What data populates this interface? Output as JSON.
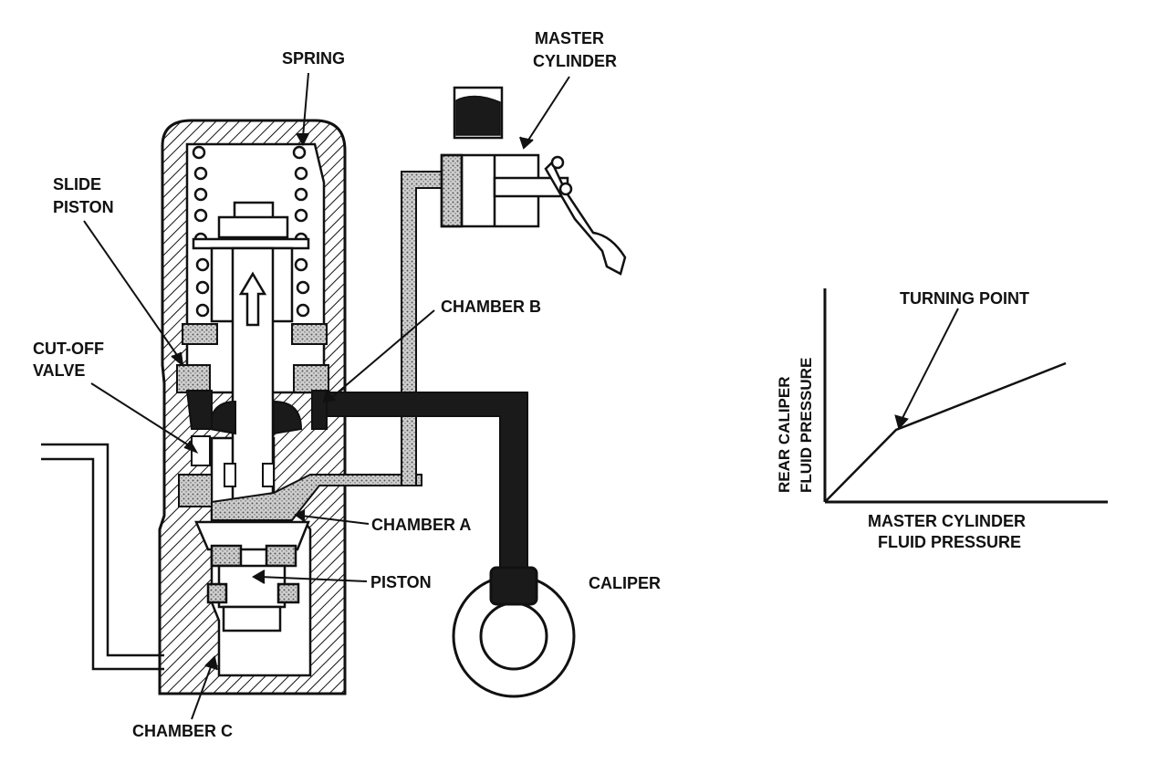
{
  "labels": {
    "spring": "SPRING",
    "master_cylinder_1": "MASTER",
    "master_cylinder_2": "CYLINDER",
    "slide_piston_1": "SLIDE",
    "slide_piston_2": "PISTON",
    "chamber_b": "CHAMBER B",
    "cut_off_valve_1": "CUT-OFF",
    "cut_off_valve_2": "VALVE",
    "chamber_a": "CHAMBER A",
    "piston": "PISTON",
    "caliper": "CALIPER",
    "chamber_c": "CHAMBER C"
  },
  "graph": {
    "turning_point": "TURNING POINT",
    "ylabel_1": "REAR CALIPER",
    "ylabel_2": "FLUID PRESSURE",
    "xlabel_1": "MASTER CYLINDER",
    "xlabel_2": "FLUID PRESSURE"
  },
  "colors": {
    "ink": "#111111",
    "fluid_dark": "#1a1a1a",
    "fluid_light": "#bdbdbd"
  }
}
